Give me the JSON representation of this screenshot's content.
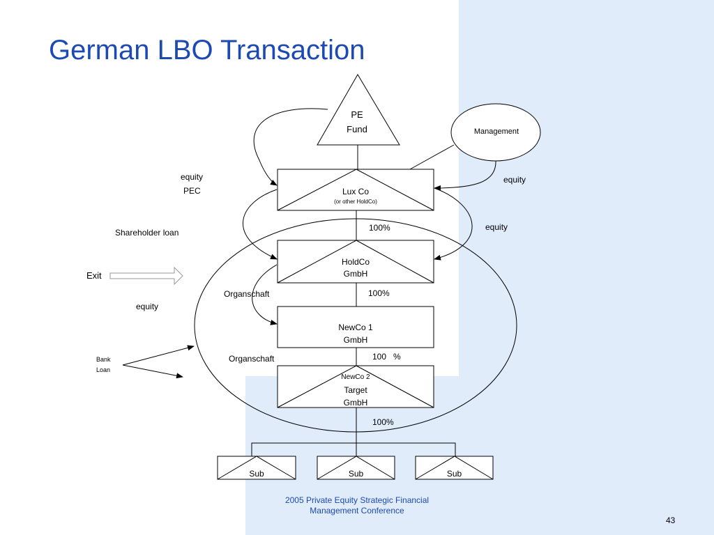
{
  "slide": {
    "title": "German LBO Transaction",
    "footer_line1": "2005 Private Equity Strategic Financial",
    "footer_line2": "Management Conference",
    "page_number": "43"
  },
  "nodes": {
    "pe_fund": {
      "line1": "PE",
      "line2": "Fund"
    },
    "management": "Management",
    "lux_co": {
      "line1": "Lux Co",
      "line2": "(or other HoldCo)"
    },
    "holdco": {
      "line1": "HoldCo",
      "line2": "GmbH"
    },
    "newco1": {
      "line1": "NewCo 1",
      "line2": "GmbH"
    },
    "newco2": {
      "line1": "NewCo 2",
      "line2": "Target",
      "line3": "GmbH"
    },
    "subs": [
      "Sub",
      "Sub",
      "Sub"
    ]
  },
  "labels": {
    "equity_pec_1": "equity",
    "equity_pec_2": "PEC",
    "shareholder_loan": "Shareholder loan",
    "exit": "Exit",
    "equity_left": "equity",
    "bank_1": "Bank",
    "bank_2": "Loan",
    "equity_mgmt": "equity",
    "equity_right": "equity",
    "pct_lux_holdco": "100%",
    "pct_holdco_newco1": "100%",
    "pct_newco1_newco2": "100   %",
    "pct_newco2_subs": "100%",
    "organschaft_1": "Organschaft",
    "organschaft_2": "Organschaft"
  }
}
